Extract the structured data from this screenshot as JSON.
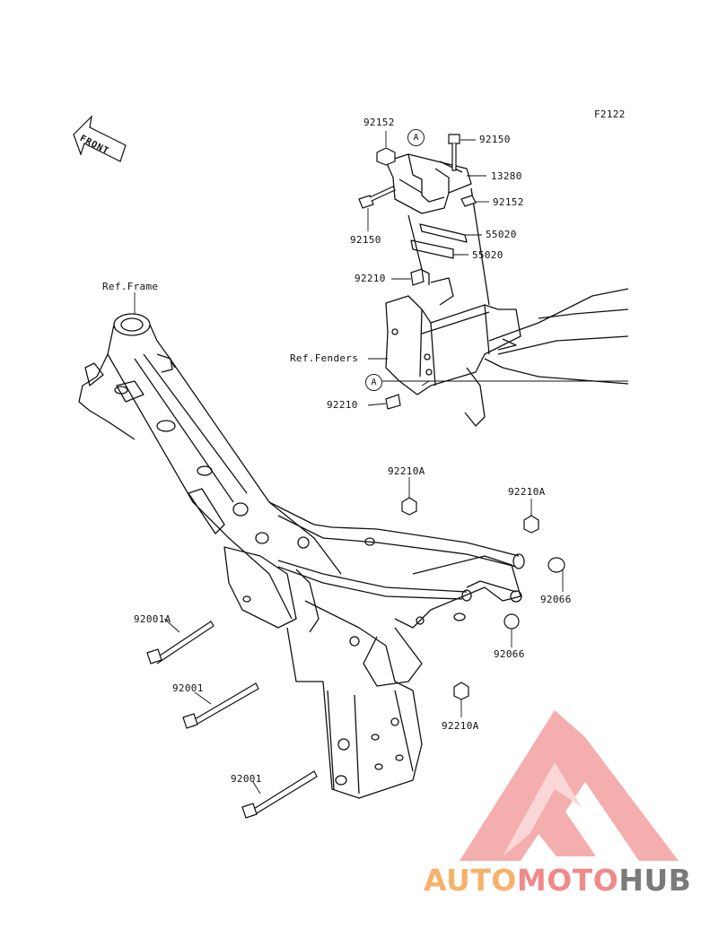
{
  "figure_code": "F2122",
  "direction_label": "FRONT",
  "callout_letter": "A",
  "refs": {
    "frame": "Ref.Frame",
    "fenders": "Ref.Fenders"
  },
  "parts": {
    "p92152_top": "92152",
    "p92150_top": "92150",
    "p13280": "13280",
    "p92152_right": "92152",
    "p92150_left": "92150",
    "p55020_a": "55020",
    "p55020_b": "55020",
    "p92210_upper": "92210",
    "p92210_lower": "92210",
    "p92210A_center": "92210A",
    "p92210A_right": "92210A",
    "p92066_right": "92066",
    "p92066_lower": "92066",
    "p92001A": "92001A",
    "p92001_mid": "92001",
    "p92001_bottom": "92001",
    "p92210A_bottom": "92210A"
  },
  "watermark": {
    "part1": "AUTO",
    "part2": "MOTO",
    "part3": "HUB",
    "colors": {
      "auto": "#f6b26b",
      "moto": "#f08a8a",
      "hub": "#7a7a7a",
      "triangle": "#f08a8a"
    }
  }
}
